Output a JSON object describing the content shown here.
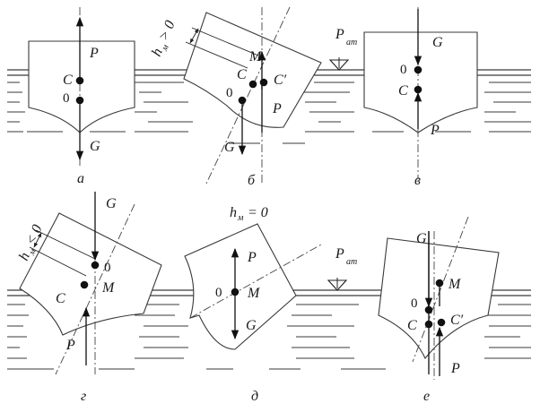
{
  "figure": {
    "panels": [
      {
        "id": "a",
        "caption": "а",
        "force_up": "P",
        "force_down": "G",
        "points": [
          "C",
          "0"
        ]
      },
      {
        "id": "b",
        "caption": "б",
        "height_label": "h",
        "height_sub": "м",
        "height_rel": "> 0",
        "force_up": "P",
        "force_down": "G",
        "points": [
          "M",
          "C",
          "C′",
          "0"
        ]
      },
      {
        "id": "v",
        "caption": "в",
        "pressure": "P",
        "pressure_sub": "ат",
        "force_up": "P",
        "force_down": "G",
        "points": [
          "0",
          "C"
        ]
      },
      {
        "id": "g",
        "caption": "г",
        "height_label": "h",
        "height_sub": "м",
        "height_rel": "< 0",
        "force_up": "P",
        "force_down": "G",
        "points": [
          "0",
          "M",
          "C"
        ]
      },
      {
        "id": "d",
        "caption": "д",
        "height_label": "h",
        "height_sub": "м",
        "height_rel": "= 0",
        "force_up": "P",
        "force_down": "G",
        "points": [
          "0",
          "M"
        ]
      },
      {
        "id": "e",
        "caption": "е",
        "pressure": "P",
        "pressure_sub": "ат",
        "force_up": "P",
        "force_down": "G",
        "points": [
          "M",
          "0",
          "C",
          "C′"
        ]
      }
    ]
  }
}
